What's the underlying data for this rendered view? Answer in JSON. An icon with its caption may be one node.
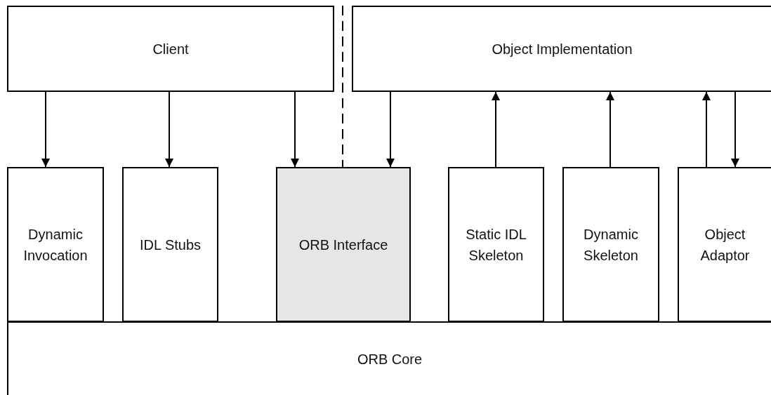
{
  "diagram": {
    "nodes": [
      {
        "text": [
          "Client"
        ]
      },
      {
        "text": [
          "Object Implementation"
        ]
      },
      {
        "text": [
          "Dynamic Invocation"
        ]
      },
      {
        "text": [
          "IDL Stubs"
        ]
      },
      {
        "text": [
          "ORB Interface"
        ]
      },
      {
        "text": [
          "Static IDL Skeleton"
        ]
      },
      {
        "text": [
          "Dynamic Skeleton"
        ]
      },
      {
        "text": [
          "Object Adaptor"
        ]
      },
      {
        "text": [
          "ORB Core"
        ]
      }
    ],
    "edges": [
      {
        "from": 0,
        "to": 2,
        "arrow": "to"
      },
      {
        "from": 0,
        "to": 3,
        "arrow": "to"
      },
      {
        "from": 0,
        "to": 4,
        "arrow": "to"
      },
      {
        "from": 1,
        "to": 4,
        "arrow": "to"
      },
      {
        "from": 5,
        "to": 1,
        "arrow": "to"
      },
      {
        "from": 6,
        "to": 1,
        "arrow": "to"
      },
      {
        "from": 7,
        "to": 1,
        "arrow": "to"
      },
      {
        "from": 1,
        "to": 7,
        "arrow": "to"
      }
    ]
  }
}
